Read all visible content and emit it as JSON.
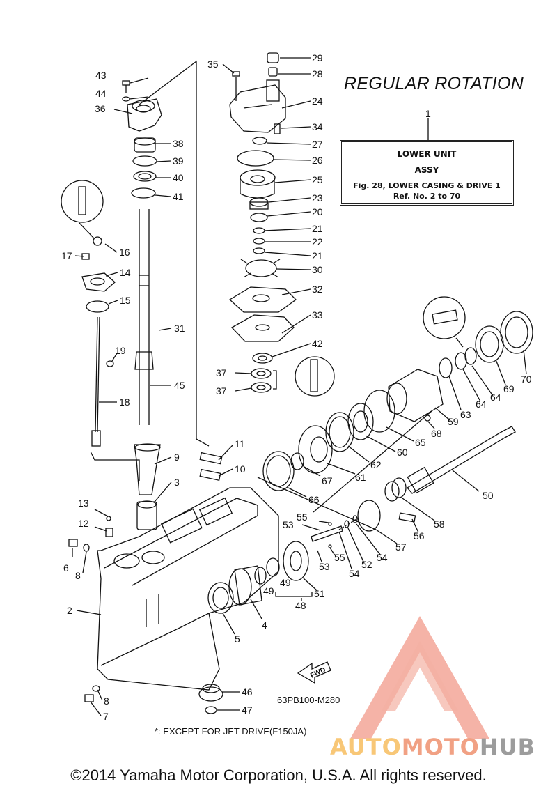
{
  "diagram": {
    "heading": "REGULAR ROTATION",
    "info_box": {
      "name": "LOWER UNIT",
      "type": "ASSY",
      "figure": "Fig. 28, LOWER CASING & DRIVE 1",
      "ref": "Ref. No. 2 to 70",
      "callout": "1"
    },
    "drawing_code": "63PB100-M280",
    "footnote": "*: EXCEPT FOR JET DRIVE(F150JA)",
    "fwd_label": "FWD",
    "copyright": "©2014 Yamaha Motor Corporation, U.S.A. All rights reserved.",
    "watermark": {
      "part1": "AUTO",
      "part2": "MOTO",
      "part3": "HUB"
    }
  },
  "part_numbers": {
    "p2": "2",
    "p3": "3",
    "p4": "4",
    "p5": "5",
    "p6": "6",
    "p7": "7",
    "p8a": "8",
    "p8b": "8",
    "p9": "9",
    "p10": "10",
    "p11": "11",
    "p12": "12",
    "p13": "13",
    "p14": "14",
    "p15": "15",
    "p16": "16",
    "p17": "17",
    "p18": "18",
    "p19": "19",
    "p20": "20",
    "p21a": "21",
    "p21b": "21",
    "p22": "22",
    "p23": "23",
    "p24": "24",
    "p25": "25",
    "p26": "26",
    "p27": "27",
    "p28": "28",
    "p29": "29",
    "p30": "30",
    "p31": "31",
    "p32": "32",
    "p33": "33",
    "p34": "34",
    "p35": "35",
    "p36": "36",
    "p37a": "37",
    "p37b": "37",
    "p38": "38",
    "p39": "39",
    "p40": "40",
    "p41": "41",
    "p42": "42",
    "p43": "43",
    "p44": "44",
    "p45": "45",
    "p46": "46",
    "p47": "47",
    "p48": "48",
    "p49a": "49",
    "p49b": "49",
    "p50": "50",
    "p51": "51",
    "p52": "52",
    "p53a": "53",
    "p53b": "53",
    "p54a": "54",
    "p54b": "54",
    "p55a": "55",
    "p55b": "55",
    "p56": "56",
    "p57": "57",
    "p58": "58",
    "p59": "59",
    "p60": "60",
    "p61": "61",
    "p62": "62",
    "p63": "63",
    "p64a": "64",
    "p64b": "64",
    "p65": "65",
    "p66": "66",
    "p67": "67",
    "p68": "68",
    "p69": "69",
    "p70": "70"
  },
  "colors": {
    "line": "#111111",
    "watermark_red": "#f08f80",
    "watermark_yellow": "#f8c777",
    "watermark_grey": "#9c9c9c"
  }
}
